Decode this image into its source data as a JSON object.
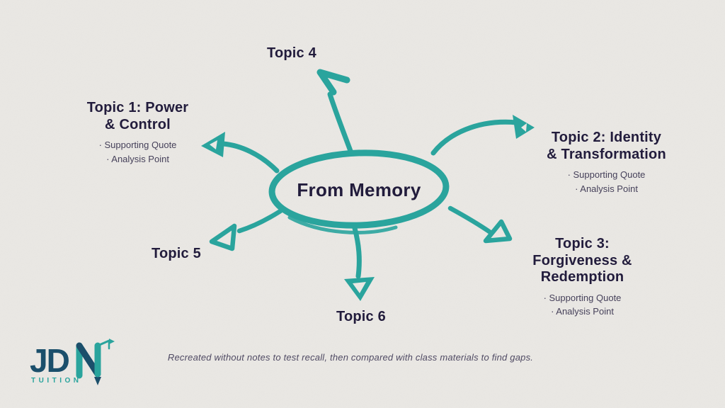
{
  "palette": {
    "background": "#eae8e4",
    "teal": "#2aa49d",
    "ink": "#221c3c",
    "bullet_text": "#46415a",
    "caption_text": "#4f4a63",
    "logo_navy": "#1b4f6b"
  },
  "center": {
    "label": "From Memory"
  },
  "topics": [
    {
      "name": "topic-1",
      "title": "Topic 1: Power\n& Control",
      "bullets": [
        "· Supporting Quote",
        "· Analysis Point"
      ]
    },
    {
      "name": "topic-2",
      "title": "Topic 2: Identity\n& Transformation",
      "bullets": [
        "· Supporting Quote",
        "· Analysis Point"
      ]
    },
    {
      "name": "topic-3",
      "title": "Topic 3:\nForgiveness &\nRedemption",
      "bullets": [
        "· Supporting Quote",
        "· Analysis Point"
      ]
    },
    {
      "name": "topic-4",
      "title": "Topic 4",
      "bullets": []
    },
    {
      "name": "topic-5",
      "title": "Topic 5",
      "bullets": []
    },
    {
      "name": "topic-6",
      "title": "Topic 6",
      "bullets": []
    }
  ],
  "connectors": [
    {
      "from": "center",
      "to": "Topic 1",
      "head": "solid-triangle-notched"
    },
    {
      "from": "center",
      "to": "Topic 2",
      "head": "solid-triangle-notched"
    },
    {
      "from": "center",
      "to": "Topic 3",
      "head": "open-triangle"
    },
    {
      "from": "center",
      "to": "Topic 4",
      "head": "hook"
    },
    {
      "from": "center",
      "to": "Topic 5",
      "head": "open-triangle"
    },
    {
      "from": "center",
      "to": "Topic 6",
      "head": "solid-triangle-notched"
    }
  ],
  "caption": "Recreated without notes to test recall, then compared with class materials to find gaps.",
  "logo": {
    "jd": "JD",
    "n": "N",
    "tuition": "TUITION"
  }
}
